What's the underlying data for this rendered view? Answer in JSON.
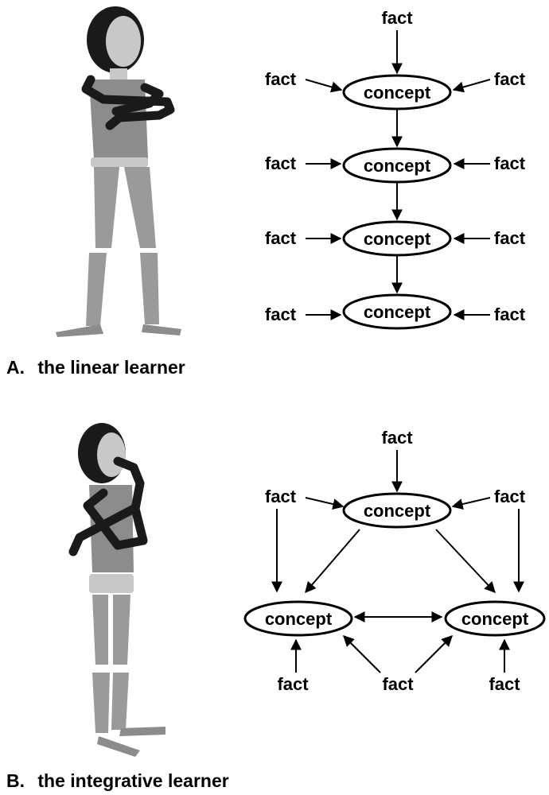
{
  "panel_a": {
    "caption_letter": "A.",
    "caption_text": "the linear learner",
    "concept_labels": [
      "concept",
      "concept",
      "concept",
      "concept"
    ],
    "fact_labels": [
      "fact",
      "fact",
      "fact",
      "fact",
      "fact",
      "fact",
      "fact",
      "fact",
      "fact"
    ]
  },
  "panel_b": {
    "caption_letter": "B.",
    "caption_text": "the integrative learner",
    "concept_labels": [
      "concept",
      "concept",
      "concept"
    ],
    "fact_labels": [
      "fact",
      "fact",
      "fact",
      "fact",
      "fact",
      "fact"
    ]
  }
}
